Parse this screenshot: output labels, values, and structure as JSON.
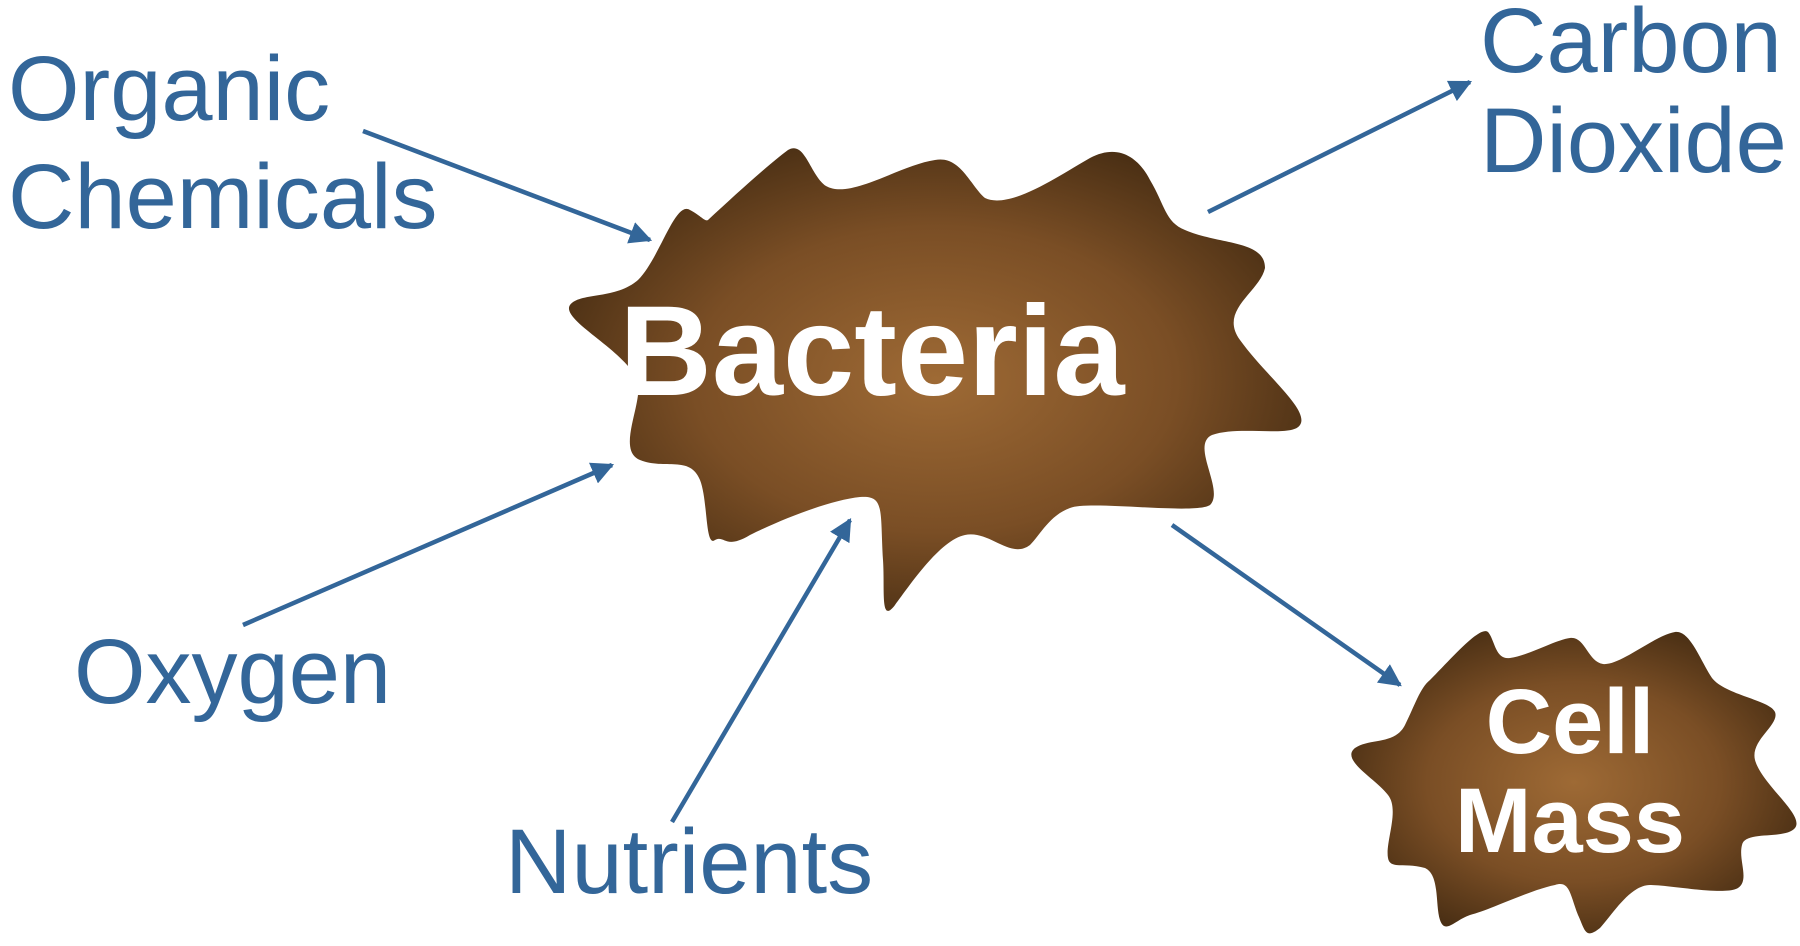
{
  "colors": {
    "label": "#336699",
    "arrow": "#336699",
    "blob_center": "#9e6a35",
    "blob_edge": "#4a2f14",
    "blob_text": "#ffffff"
  },
  "nodes": {
    "bacteria": {
      "label": "Bacteria"
    },
    "cell_mass": {
      "label_line1": "Cell",
      "label_line2": "Mass"
    }
  },
  "inputs": {
    "organic_chemicals": {
      "line1": "Organic",
      "line2": "Chemicals"
    },
    "oxygen": {
      "label": "Oxygen"
    },
    "nutrients": {
      "label": "Nutrients"
    }
  },
  "outputs": {
    "carbon_dioxide": {
      "line1": "Carbon",
      "line2": "Dioxide"
    }
  }
}
